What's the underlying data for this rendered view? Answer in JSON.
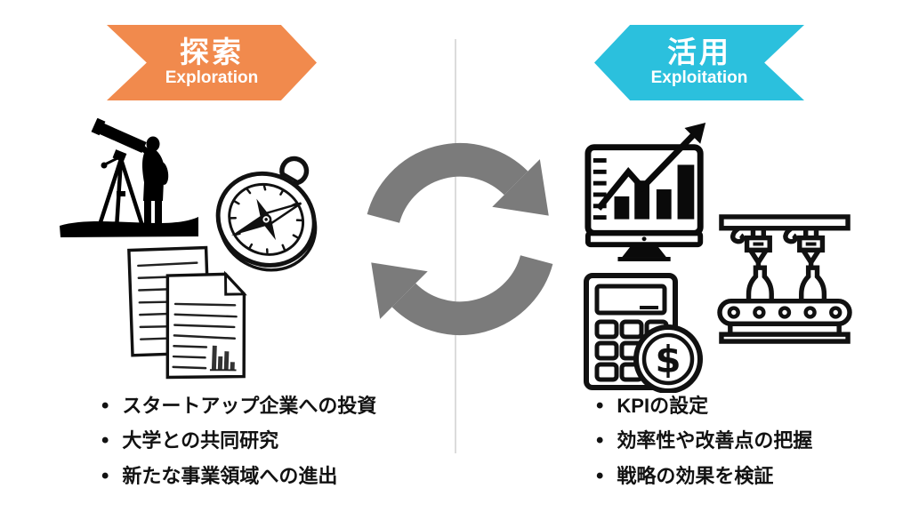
{
  "left": {
    "banner": {
      "title": "探索",
      "subtitle": "Exploration",
      "color": "#F18A4D",
      "text_color": "#FFFFFF"
    },
    "icons": [
      {
        "name": "telescope-observer-illustration"
      },
      {
        "name": "compass-illustration"
      },
      {
        "name": "documents-illustration"
      }
    ],
    "bullets": [
      "スタートアップ企業への投資",
      "大学との共同研究",
      "新たな事業領域への進出"
    ]
  },
  "right": {
    "banner": {
      "title": "活用",
      "subtitle": "Exploitation",
      "color": "#2BC0DD",
      "text_color": "#FFFFFF"
    },
    "icons": [
      {
        "name": "growth-chart-monitor-icon"
      },
      {
        "name": "production-line-icon"
      },
      {
        "name": "calculator-dollar-icon"
      }
    ],
    "coin_symbol": "$",
    "bullets": [
      "KPIの設定",
      "効率性や改善点の把握",
      "戦略の効果を検証"
    ]
  },
  "center": {
    "cycle_icon": "cycle-arrows-icon",
    "cycle_color": "#7B7B7B",
    "divider_color": "#DCDCDC"
  }
}
